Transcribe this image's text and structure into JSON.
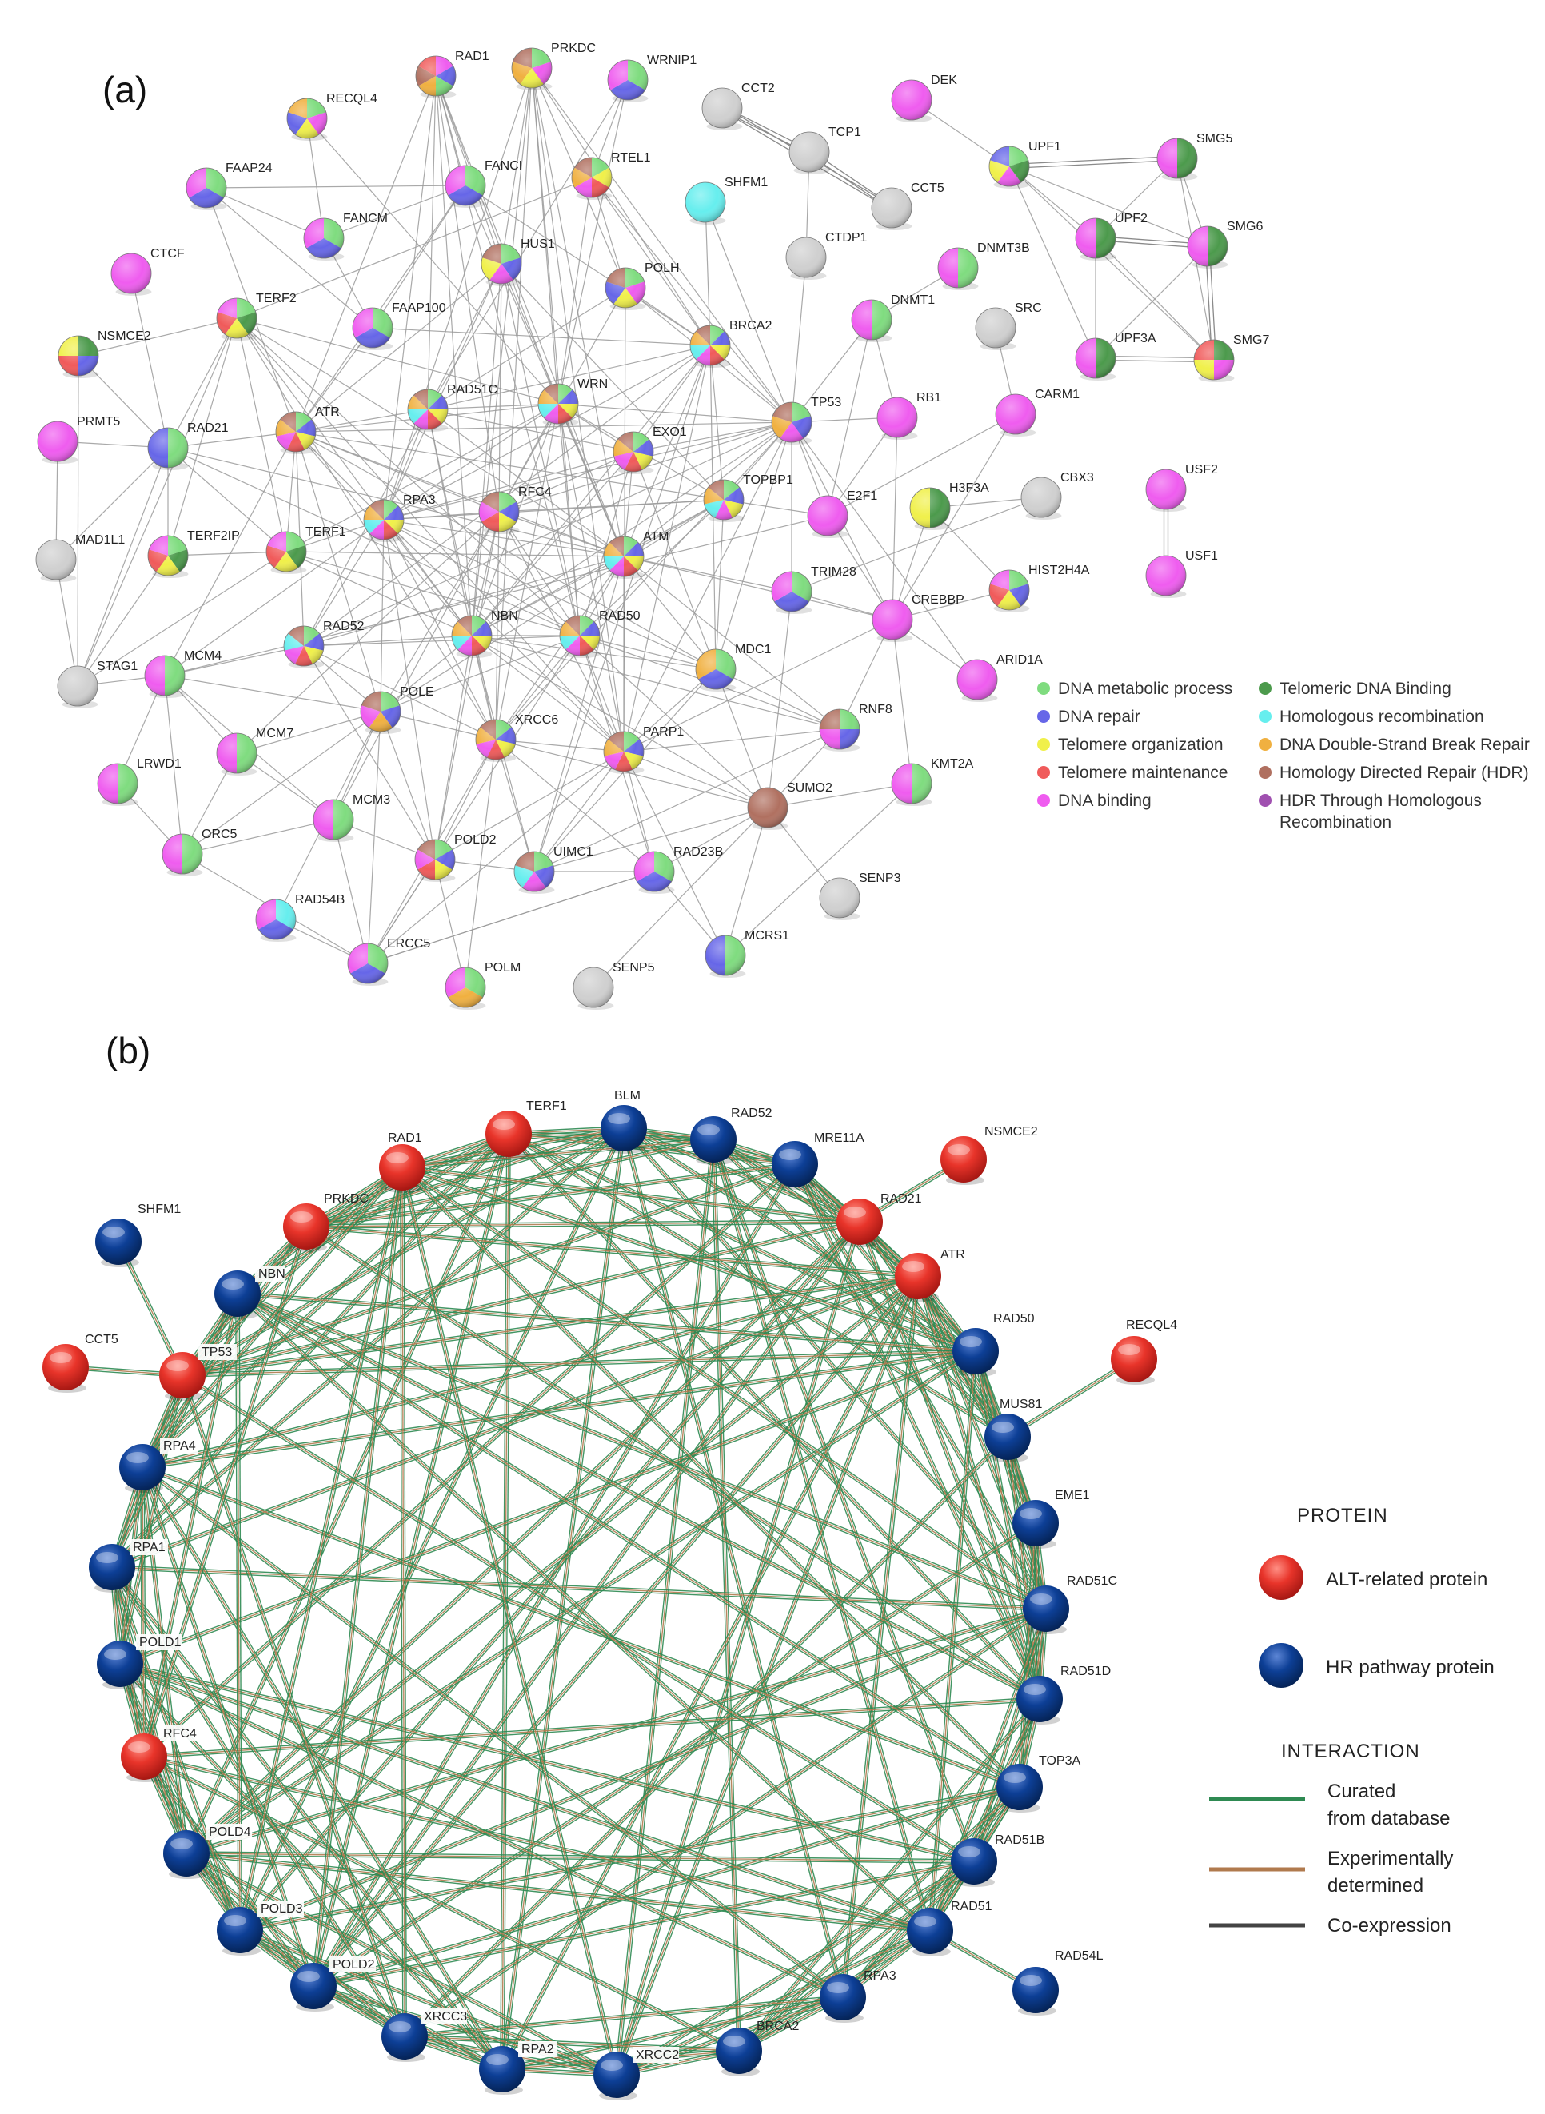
{
  "panel_a": {
    "label": "(a)",
    "category_colors": {
      "dmp": "#7fdc7f",
      "rep": "#6666e8",
      "tor": "#f0f04a",
      "tmn": "#f05a5a",
      "dbd": "#ef5cef",
      "tdb": "#4c9a4c",
      "hom": "#66eeee",
      "dsb": "#f0b040",
      "hdr": "#b07060",
      "hth": "#a050b0",
      "none": "#d0d0d0"
    },
    "legend": [
      {
        "key": "dmp",
        "label": "DNA metabolic process"
      },
      {
        "key": "tdb",
        "label": "Telomeric DNA Binding"
      },
      {
        "key": "rep",
        "label": "DNA repair"
      },
      {
        "key": "hom",
        "label": "Homologous recombination"
      },
      {
        "key": "tor",
        "label": "Telomere organization"
      },
      {
        "key": "dsb",
        "label": "DNA Double-Strand Break Repair"
      },
      {
        "key": "tmn",
        "label": "Telomere maintenance"
      },
      {
        "key": "hdr",
        "label": "Homology Directed Repair (HDR)"
      },
      {
        "key": "dbd",
        "label": "DNA binding"
      },
      {
        "key": "hth",
        "label": "HDR Through Homologous"
      },
      {
        "key": "",
        "label": "Recombination"
      }
    ],
    "nodes": [
      {
        "id": "RAD1",
        "cats": [
          "dbd",
          "rep",
          "dmp",
          "dsb",
          "hdr",
          "tmn"
        ]
      },
      {
        "id": "PRKDC",
        "cats": [
          "dmp",
          "dbd",
          "tor",
          "dsb",
          "hdr"
        ]
      },
      {
        "id": "WRNIP1",
        "cats": [
          "dmp",
          "rep",
          "dbd"
        ]
      },
      {
        "id": "CCT2",
        "cats": [
          "none"
        ]
      },
      {
        "id": "DEK",
        "cats": [
          "dbd"
        ]
      },
      {
        "id": "RECQL4",
        "cats": [
          "dmp",
          "dbd",
          "tor",
          "rep",
          "dsb"
        ]
      },
      {
        "id": "FAAP24",
        "cats": [
          "dmp",
          "rep",
          "dbd"
        ]
      },
      {
        "id": "FANCI",
        "cats": [
          "dmp",
          "rep",
          "dbd"
        ]
      },
      {
        "id": "RTEL1",
        "cats": [
          "dmp",
          "tor",
          "tmn",
          "dbd",
          "dsb",
          "hdr"
        ]
      },
      {
        "id": "TCP1",
        "cats": [
          "none"
        ]
      },
      {
        "id": "SHFM1",
        "cats": [
          "hom"
        ]
      },
      {
        "id": "CCT5",
        "cats": [
          "none"
        ]
      },
      {
        "id": "UPF1",
        "cats": [
          "dmp",
          "tdb",
          "dbd",
          "tor",
          "rep"
        ]
      },
      {
        "id": "SMG5",
        "cats": [
          "tdb",
          "dbd"
        ]
      },
      {
        "id": "CTCF",
        "cats": [
          "dbd"
        ]
      },
      {
        "id": "FANCM",
        "cats": [
          "dmp",
          "rep",
          "dbd"
        ]
      },
      {
        "id": "HUS1",
        "cats": [
          "dmp",
          "rep",
          "dbd",
          "tor",
          "hdr"
        ]
      },
      {
        "id": "POLH",
        "cats": [
          "dmp",
          "dbd",
          "tor",
          "rep",
          "hdr"
        ]
      },
      {
        "id": "CTDP1",
        "cats": [
          "none"
        ]
      },
      {
        "id": "DNMT3B",
        "cats": [
          "dmp",
          "dbd"
        ]
      },
      {
        "id": "UPF2",
        "cats": [
          "tdb",
          "dbd"
        ]
      },
      {
        "id": "SMG6",
        "cats": [
          "tdb",
          "dbd"
        ]
      },
      {
        "id": "TERF2",
        "cats": [
          "dmp",
          "tdb",
          "tor",
          "tmn",
          "dbd"
        ]
      },
      {
        "id": "FAAP100",
        "cats": [
          "dmp",
          "rep",
          "dbd"
        ]
      },
      {
        "id": "NSMCE2",
        "cats": [
          "tdb",
          "rep",
          "tmn",
          "tor"
        ]
      },
      {
        "id": "BRCA2",
        "cats": [
          "dmp",
          "rep",
          "tor",
          "tmn",
          "dbd",
          "hom",
          "dsb",
          "hdr"
        ]
      },
      {
        "id": "DNMT1",
        "cats": [
          "dmp",
          "dbd"
        ]
      },
      {
        "id": "SRC",
        "cats": [
          "none"
        ]
      },
      {
        "id": "UPF3A",
        "cats": [
          "tdb",
          "dbd"
        ]
      },
      {
        "id": "SMG7",
        "cats": [
          "tdb",
          "dbd",
          "tor",
          "tmn"
        ]
      },
      {
        "id": "PRMT5",
        "cats": [
          "dbd"
        ]
      },
      {
        "id": "RAD21",
        "cats": [
          "dmp",
          "rep"
        ]
      },
      {
        "id": "ATR",
        "cats": [
          "dmp",
          "rep",
          "tor",
          "tmn",
          "dbd",
          "dsb",
          "hdr"
        ]
      },
      {
        "id": "RAD51C",
        "cats": [
          "dmp",
          "rep",
          "tor",
          "tmn",
          "dbd",
          "hom",
          "dsb",
          "hdr"
        ]
      },
      {
        "id": "WRN",
        "cats": [
          "dmp",
          "rep",
          "tor",
          "tmn",
          "dbd",
          "hom",
          "dsb",
          "hdr"
        ]
      },
      {
        "id": "EXO1",
        "cats": [
          "dmp",
          "rep",
          "tor",
          "tmn",
          "dbd",
          "dsb",
          "hdr"
        ]
      },
      {
        "id": "TP53",
        "cats": [
          "dmp",
          "rep",
          "dbd",
          "dsb",
          "hdr"
        ]
      },
      {
        "id": "RB1",
        "cats": [
          "dbd"
        ]
      },
      {
        "id": "CARM1",
        "cats": [
          "dbd"
        ]
      },
      {
        "id": "USF2",
        "cats": [
          "dbd"
        ]
      },
      {
        "id": "MAD1L1",
        "cats": [
          "none"
        ]
      },
      {
        "id": "TERF2IP",
        "cats": [
          "dmp",
          "tdb",
          "tor",
          "tmn",
          "dbd"
        ]
      },
      {
        "id": "TERF1",
        "cats": [
          "dmp",
          "tdb",
          "tor",
          "tmn",
          "dbd"
        ]
      },
      {
        "id": "RPA3",
        "cats": [
          "dmp",
          "rep",
          "tor",
          "tmn",
          "dbd",
          "hom",
          "dsb",
          "hdr"
        ]
      },
      {
        "id": "RFC4",
        "cats": [
          "dmp",
          "rep",
          "tor",
          "tmn",
          "dbd",
          "hdr"
        ]
      },
      {
        "id": "TOPBP1",
        "cats": [
          "dmp",
          "rep",
          "tor",
          "dbd",
          "hom",
          "dsb",
          "hdr"
        ]
      },
      {
        "id": "E2F1",
        "cats": [
          "dbd"
        ]
      },
      {
        "id": "H3F3A",
        "cats": [
          "tdb",
          "tor"
        ]
      },
      {
        "id": "CBX3",
        "cats": [
          "none"
        ]
      },
      {
        "id": "USF1",
        "cats": [
          "dbd"
        ]
      },
      {
        "id": "ATM",
        "cats": [
          "dmp",
          "rep",
          "tor",
          "tmn",
          "dbd",
          "hom",
          "dsb",
          "hdr"
        ]
      },
      {
        "id": "TRIM28",
        "cats": [
          "dmp",
          "rep",
          "dbd"
        ]
      },
      {
        "id": "HIST2H4A",
        "cats": [
          "dmp",
          "rep",
          "tor",
          "tmn",
          "dbd"
        ]
      },
      {
        "id": "CREBBP",
        "cats": [
          "dbd"
        ]
      },
      {
        "id": "RAD52",
        "cats": [
          "dmp",
          "rep",
          "tor",
          "tmn",
          "dbd",
          "hom",
          "hdr"
        ]
      },
      {
        "id": "NBN",
        "cats": [
          "dmp",
          "rep",
          "tor",
          "tmn",
          "dbd",
          "hom",
          "dsb",
          "hdr"
        ]
      },
      {
        "id": "RAD50",
        "cats": [
          "dmp",
          "rep",
          "tor",
          "tmn",
          "dbd",
          "hom",
          "dsb",
          "hdr"
        ]
      },
      {
        "id": "MDC1",
        "cats": [
          "dmp",
          "rep",
          "dsb"
        ]
      },
      {
        "id": "ARID1A",
        "cats": [
          "dbd"
        ]
      },
      {
        "id": "STAG1",
        "cats": [
          "none"
        ]
      },
      {
        "id": "MCM4",
        "cats": [
          "dmp",
          "dbd"
        ]
      },
      {
        "id": "POLE",
        "cats": [
          "dmp",
          "rep",
          "dsb",
          "dbd",
          "hdr"
        ]
      },
      {
        "id": "XRCC6",
        "cats": [
          "dmp",
          "rep",
          "tor",
          "tmn",
          "dbd",
          "dsb",
          "hdr"
        ]
      },
      {
        "id": "PARP1",
        "cats": [
          "dmp",
          "rep",
          "tor",
          "tmn",
          "dbd",
          "dsb",
          "hdr"
        ]
      },
      {
        "id": "RNF8",
        "cats": [
          "dmp",
          "rep",
          "dbd",
          "hdr"
        ]
      },
      {
        "id": "LRWD1",
        "cats": [
          "dmp",
          "dbd"
        ]
      },
      {
        "id": "MCM7",
        "cats": [
          "dmp",
          "dbd"
        ]
      },
      {
        "id": "MCM3",
        "cats": [
          "dmp",
          "dbd"
        ]
      },
      {
        "id": "SUMO2",
        "cats": [
          "hdr"
        ]
      },
      {
        "id": "KMT2A",
        "cats": [
          "dmp",
          "dbd"
        ]
      },
      {
        "id": "ORC5",
        "cats": [
          "dmp",
          "dbd"
        ]
      },
      {
        "id": "POLD2",
        "cats": [
          "dmp",
          "rep",
          "tor",
          "tmn",
          "dbd",
          "hdr"
        ]
      },
      {
        "id": "UIMC1",
        "cats": [
          "dmp",
          "rep",
          "dbd",
          "hom",
          "hdr"
        ]
      },
      {
        "id": "RAD23B",
        "cats": [
          "dmp",
          "rep",
          "dbd"
        ]
      },
      {
        "id": "RAD54B",
        "cats": [
          "hom",
          "rep",
          "dbd"
        ]
      },
      {
        "id": "SENP3",
        "cats": [
          "none"
        ]
      },
      {
        "id": "ERCC5",
        "cats": [
          "dmp",
          "rep",
          "dbd"
        ]
      },
      {
        "id": "POLM",
        "cats": [
          "dmp",
          "dsb",
          "dbd"
        ]
      },
      {
        "id": "SENP5",
        "cats": [
          "none"
        ]
      },
      {
        "id": "MCRS1",
        "cats": [
          "dmp",
          "rep"
        ]
      }
    ]
  },
  "panel_b": {
    "label": "(b)",
    "colors": {
      "alt": "#e8342a",
      "hr": "#0d3f96",
      "curated": "#2e8a52",
      "experimental": "#b07a4e",
      "coexpression": "#444444"
    },
    "legend": {
      "protein_header": "PROTEIN",
      "alt_label": "ALT-related protein",
      "hr_label": "HR pathway protein",
      "interaction_header": "INTERACTION",
      "curated_label": [
        "Curated",
        "from database"
      ],
      "experimental_label": [
        "Experimentally",
        "determined"
      ],
      "coexpression_label": "Co-expression"
    },
    "nodes": [
      {
        "id": "TERF1",
        "type": "alt"
      },
      {
        "id": "BLM",
        "type": "hr"
      },
      {
        "id": "RAD52",
        "type": "hr"
      },
      {
        "id": "MRE11A",
        "type": "hr"
      },
      {
        "id": "RAD21",
        "type": "alt"
      },
      {
        "id": "ATR",
        "type": "alt"
      },
      {
        "id": "RAD50",
        "type": "hr"
      },
      {
        "id": "MUS81",
        "type": "hr"
      },
      {
        "id": "EME1",
        "type": "hr"
      },
      {
        "id": "RAD51C",
        "type": "hr"
      },
      {
        "id": "RAD51D",
        "type": "hr"
      },
      {
        "id": "TOP3A",
        "type": "hr"
      },
      {
        "id": "RAD51B",
        "type": "hr"
      },
      {
        "id": "RAD51",
        "type": "hr"
      },
      {
        "id": "RPA3",
        "type": "hr"
      },
      {
        "id": "BRCA2",
        "type": "hr"
      },
      {
        "id": "XRCC2",
        "type": "hr"
      },
      {
        "id": "RPA2",
        "type": "hr"
      },
      {
        "id": "XRCC3",
        "type": "hr"
      },
      {
        "id": "POLD2",
        "type": "hr"
      },
      {
        "id": "POLD3",
        "type": "hr"
      },
      {
        "id": "POLD4",
        "type": "hr"
      },
      {
        "id": "RFC4",
        "type": "alt"
      },
      {
        "id": "POLD1",
        "type": "hr"
      },
      {
        "id": "RPA1",
        "type": "hr"
      },
      {
        "id": "RPA4",
        "type": "hr"
      },
      {
        "id": "TP53",
        "type": "alt"
      },
      {
        "id": "NBN",
        "type": "hr"
      },
      {
        "id": "PRKDC",
        "type": "alt"
      },
      {
        "id": "RAD1",
        "type": "alt"
      },
      {
        "id": "NSMCE2",
        "type": "alt"
      },
      {
        "id": "SHFM1",
        "type": "hr"
      },
      {
        "id": "CCT5",
        "type": "alt"
      },
      {
        "id": "RECQL4",
        "type": "alt"
      },
      {
        "id": "RAD54L",
        "type": "hr"
      }
    ]
  }
}
